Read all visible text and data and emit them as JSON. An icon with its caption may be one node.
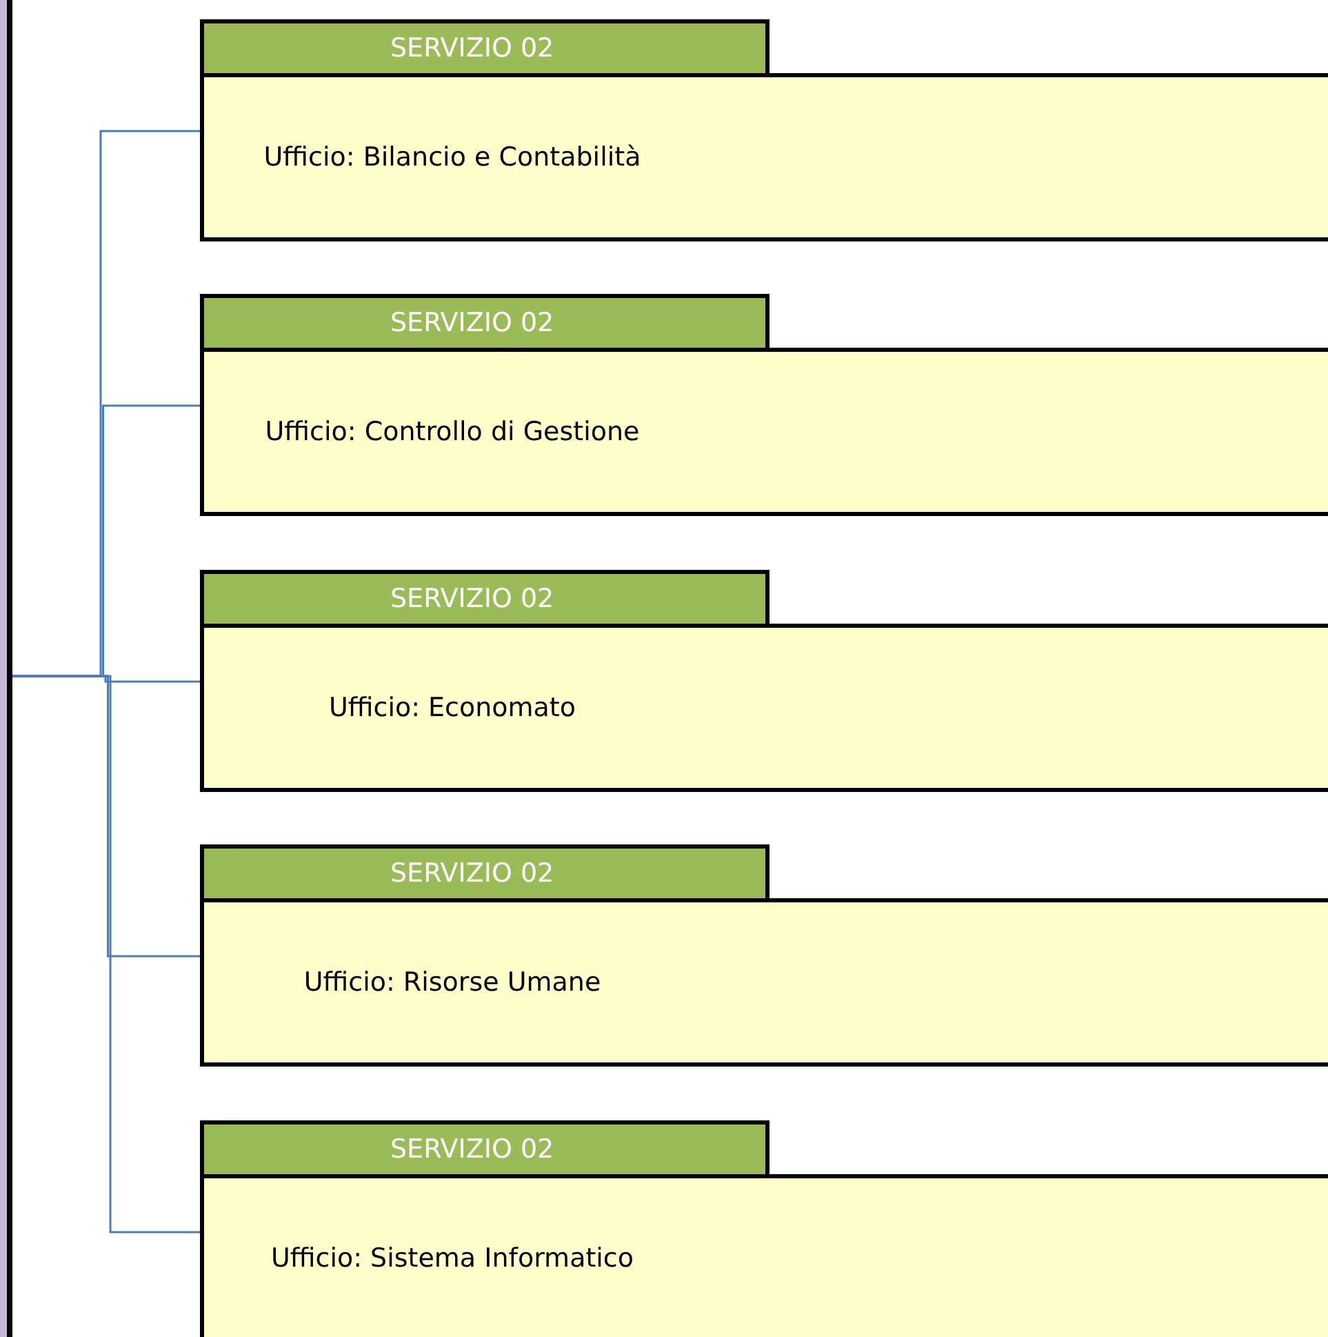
{
  "diagram": {
    "nodes": [
      {
        "text": [],
        "shape": "bar"
      },
      {
        "text": [
          "SERVIZIO 02",
          "Ufficio: Bilancio e Contabilità"
        ]
      },
      {
        "text": [
          "SERVIZIO 02",
          "Ufficio: Controllo di Gestione"
        ]
      },
      {
        "text": [
          "SERVIZIO 02",
          "Ufficio: Economato"
        ]
      },
      {
        "text": [
          "SERVIZIO 02",
          "Ufficio: Risorse Umane"
        ]
      },
      {
        "text": [
          "SERVIZIO 02",
          "Ufficio: Sistema Informatico"
        ]
      }
    ],
    "edges": [
      {
        "from": 0,
        "to": 1,
        "arrow": "none"
      },
      {
        "from": 0,
        "to": 2,
        "arrow": "none"
      },
      {
        "from": 0,
        "to": 3,
        "arrow": "none"
      },
      {
        "from": 0,
        "to": 4,
        "arrow": "none"
      },
      {
        "from": 0,
        "to": 5,
        "arrow": "none"
      }
    ]
  }
}
